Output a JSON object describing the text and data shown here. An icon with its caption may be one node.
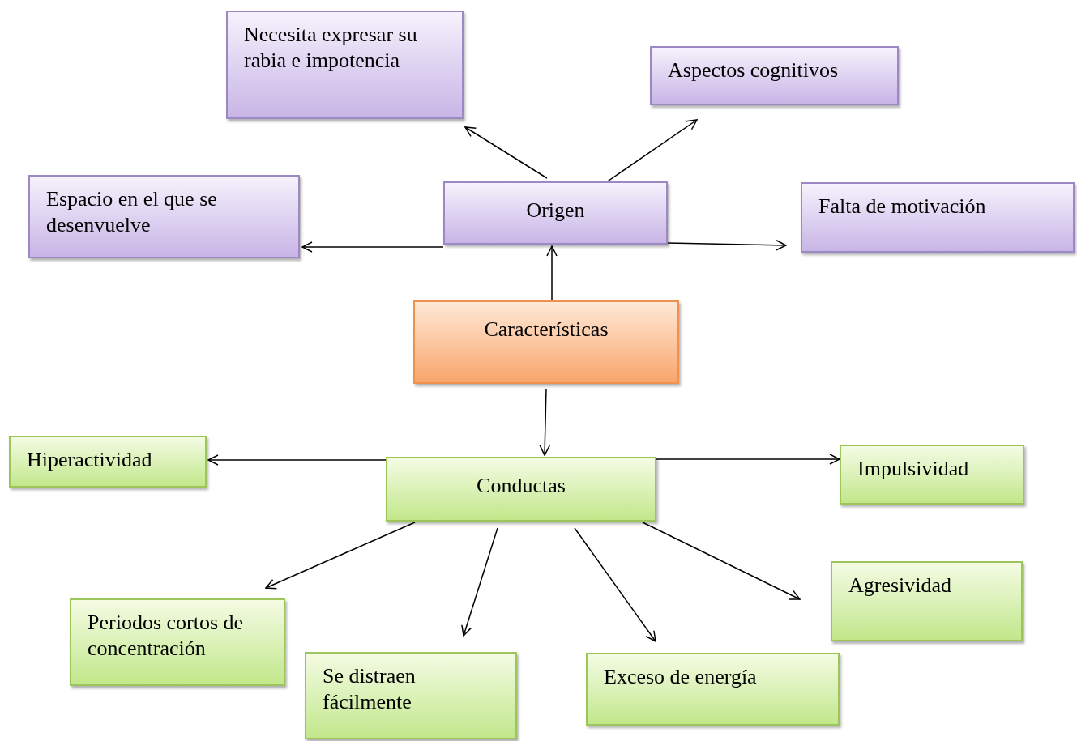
{
  "diagram": {
    "nodes": [
      {
        "text": [
          "Características"
        ]
      },
      {
        "text": [
          "Origen"
        ]
      },
      {
        "text": [
          "Necesita expresar su rabia e impotencia"
        ]
      },
      {
        "text": [
          "Aspectos cognitivos"
        ]
      },
      {
        "text": [
          "Espacio en el que se desenvuelve"
        ]
      },
      {
        "text": [
          "Falta de motivación"
        ]
      },
      {
        "text": [
          "Conductas"
        ]
      },
      {
        "text": [
          "Hiperactividad"
        ]
      },
      {
        "text": [
          "Impulsividad"
        ]
      },
      {
        "text": [
          "Periodos cortos de concentración"
        ]
      },
      {
        "text": [
          "Se distraen fácilmente"
        ]
      },
      {
        "text": [
          "Exceso de energía"
        ]
      },
      {
        "text": [
          "Agresividad"
        ]
      }
    ],
    "edges": [
      {
        "from": 0,
        "to": 1,
        "arrow": "to"
      },
      {
        "from": 0,
        "to": 6,
        "arrow": "to"
      },
      {
        "from": 1,
        "to": 2,
        "arrow": "to"
      },
      {
        "from": 1,
        "to": 3,
        "arrow": "to"
      },
      {
        "from": 1,
        "to": 4,
        "arrow": "to"
      },
      {
        "from": 1,
        "to": 5,
        "arrow": "to"
      },
      {
        "from": 6,
        "to": 7,
        "arrow": "to"
      },
      {
        "from": 6,
        "to": 8,
        "arrow": "to"
      },
      {
        "from": 6,
        "to": 9,
        "arrow": "to"
      },
      {
        "from": 6,
        "to": 10,
        "arrow": "to"
      },
      {
        "from": 6,
        "to": 11,
        "arrow": "to"
      },
      {
        "from": 6,
        "to": 12,
        "arrow": "to"
      }
    ]
  }
}
